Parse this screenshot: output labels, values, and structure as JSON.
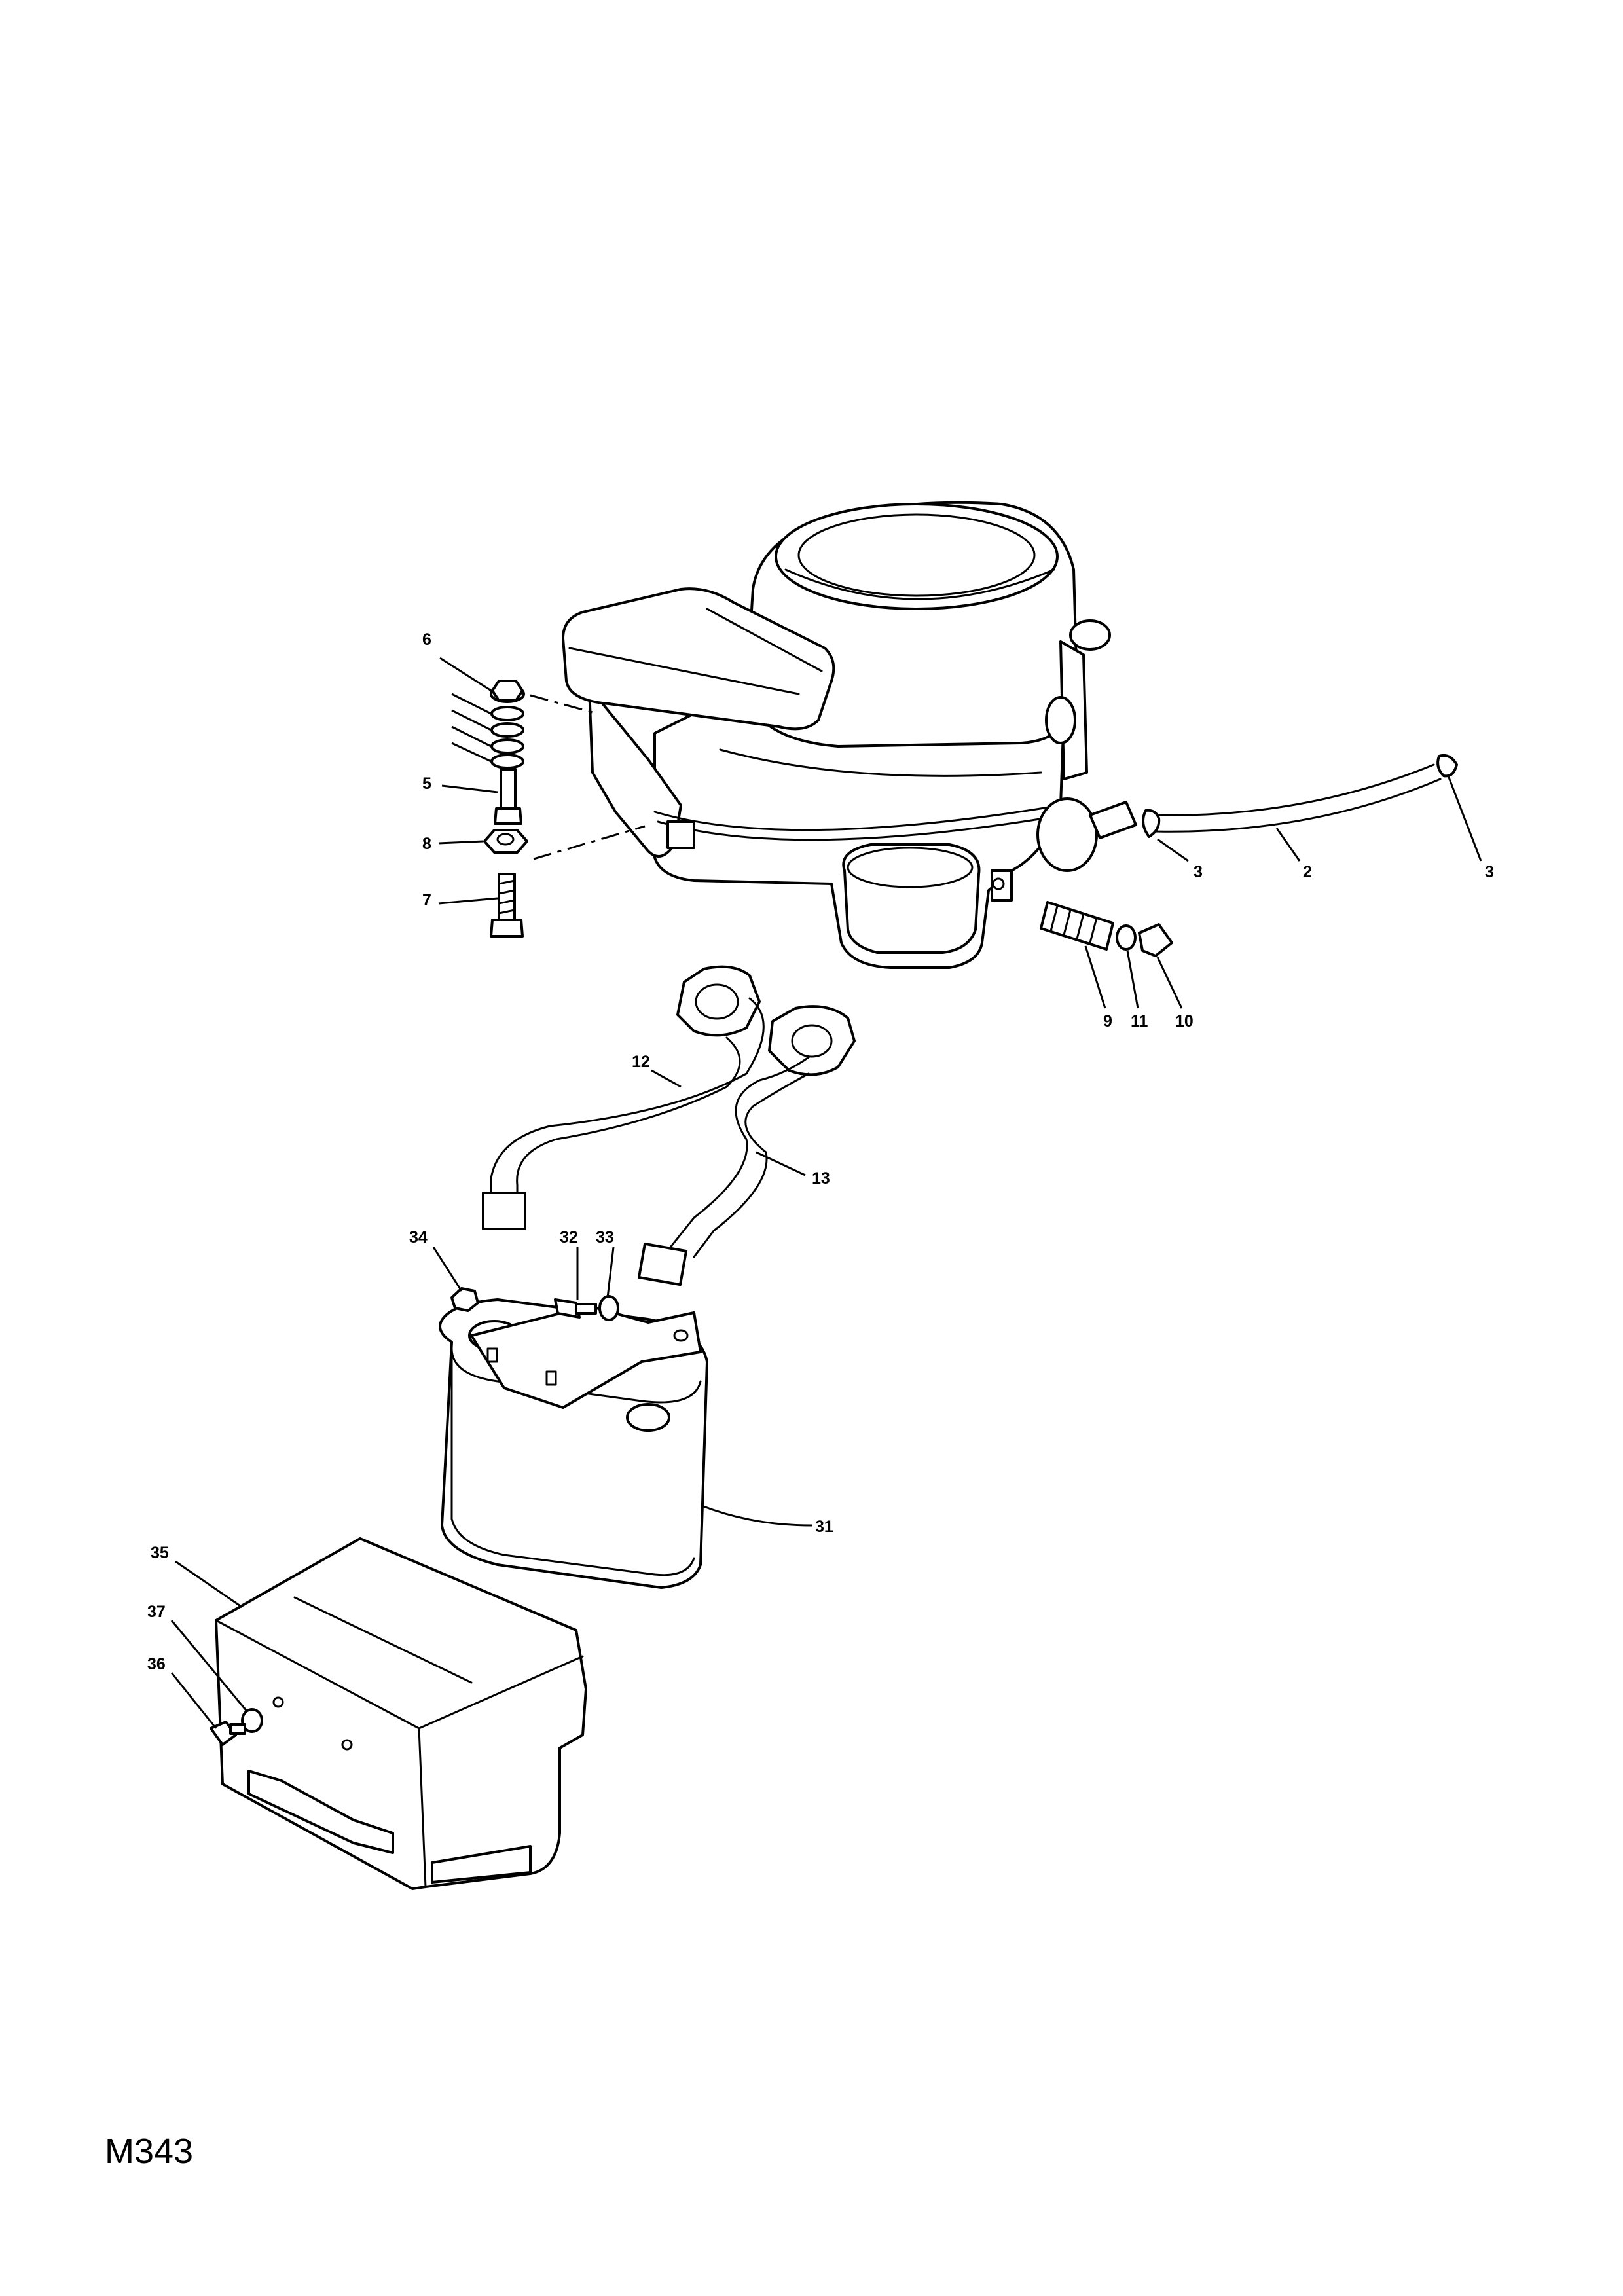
{
  "diagram": {
    "code": "M343",
    "callouts": [
      "6",
      "5",
      "8",
      "7",
      "3",
      "2",
      "3",
      "9",
      "11",
      "10",
      "12",
      "13",
      "34",
      "32",
      "33",
      "31",
      "35",
      "37",
      "36"
    ]
  }
}
